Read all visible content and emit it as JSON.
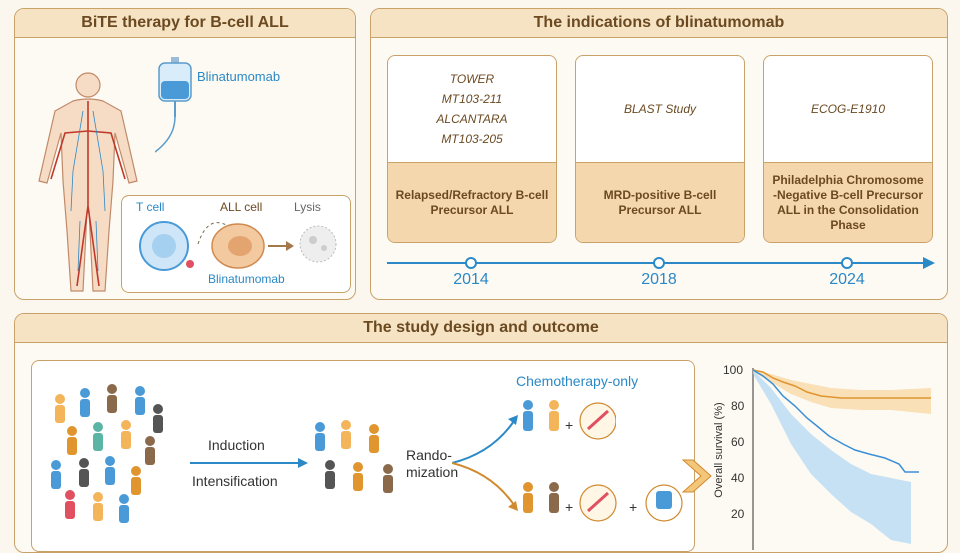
{
  "panels": {
    "bite_title": "BiTE therapy for B-cell ALL",
    "indications_title": "The indications of blinatumomab",
    "study_title": "The study design and outcome"
  },
  "bite": {
    "drug_label": "Blinatumomab",
    "t_cell": "T cell",
    "all_cell": "ALL cell",
    "lysis": "Lysis",
    "blinatumomab_bottom": "Blinatumomab"
  },
  "indications": [
    {
      "studies": [
        "TOWER",
        "MT103-211",
        "ALCANTARA",
        "MT103-205"
      ],
      "indication": "Relapsed/Refractory B-cell Precursor ALL",
      "year": "2014"
    },
    {
      "studies": [
        "BLAST Study"
      ],
      "indication": "MRD-positive B-cell Precursor ALL",
      "year": "2018"
    },
    {
      "studies": [
        "ECOG-E1910"
      ],
      "indication": "Philadelphia Chromosome -Negative B-cell Precursor ALL in the Consolidation Phase",
      "year": "2024"
    }
  ],
  "study": {
    "induction": "Induction",
    "intensification": "Intensification",
    "randomization": "Rando-\nmization",
    "chemo_only": "Chemotherapy-only",
    "plus": "+"
  },
  "km_chart": {
    "ylabel": "Overall survival (%)",
    "yticks": [
      "100",
      "80",
      "60",
      "40",
      "20"
    ],
    "colors": {
      "orange": "#e0952f",
      "blue": "#3b8fd6"
    }
  }
}
